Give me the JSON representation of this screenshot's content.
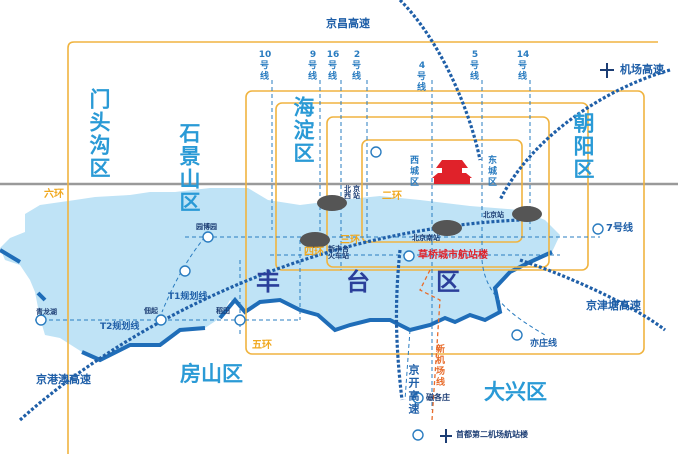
{
  "districts": {
    "mentougou": "门头沟区",
    "shijingshan": "石景山区",
    "haidian": "海淀区",
    "chaoyang": "朝阳区",
    "fengtai": [
      "丰",
      "台",
      "区"
    ],
    "fangshan": "房山区",
    "daxing": "大兴区",
    "xicheng": "西城区",
    "dongcheng": "东城区"
  },
  "roads": {
    "jingchang": "京昌高速",
    "airport": "机场高速",
    "jingjintang": "京津塘高速",
    "jinggangao": "京港澳高速",
    "jingkai": "京开高速"
  },
  "rings": {
    "sixth": "六环",
    "fifth": "五环",
    "fourth": "四环",
    "third": "三环",
    "second": "二环"
  },
  "metro_lines": [
    {
      "num": "10",
      "suffix": "号线"
    },
    {
      "num": "9",
      "suffix": "号线"
    },
    {
      "num": "16",
      "suffix": "号线"
    },
    {
      "num": "2",
      "suffix": "号线"
    },
    {
      "num": "4",
      "suffix": "号线"
    },
    {
      "num": "5",
      "suffix": "号线"
    },
    {
      "num": "14",
      "suffix": "号线"
    }
  ],
  "other_lines": {
    "line7": "7号线",
    "t1": "T1规划线",
    "t2": "T2规划线",
    "yizhuang": "亦庄线",
    "new_airport": "新机场线"
  },
  "stations": {
    "beijing_west": "北京西站",
    "beijing_south": "北京南站",
    "beijing": "北京站",
    "fengtai": "新丰台火车站",
    "caoqiao": "草桥城市航站楼",
    "yuanboyuan": "园博园",
    "qinglonghu": "青龙湖",
    "taozhuang": "佃起",
    "daotian": "稻田",
    "cigezhuang": "磁各庄",
    "daxing_airport": "首都第二机场航站楼"
  },
  "colors": {
    "land": "#bfe3f6",
    "coast": "#1f6db8",
    "ring": "#f0b440",
    "metro": "#2a7cc0",
    "highway": "#1f5fa8",
    "accent_red": "#e0222a"
  }
}
